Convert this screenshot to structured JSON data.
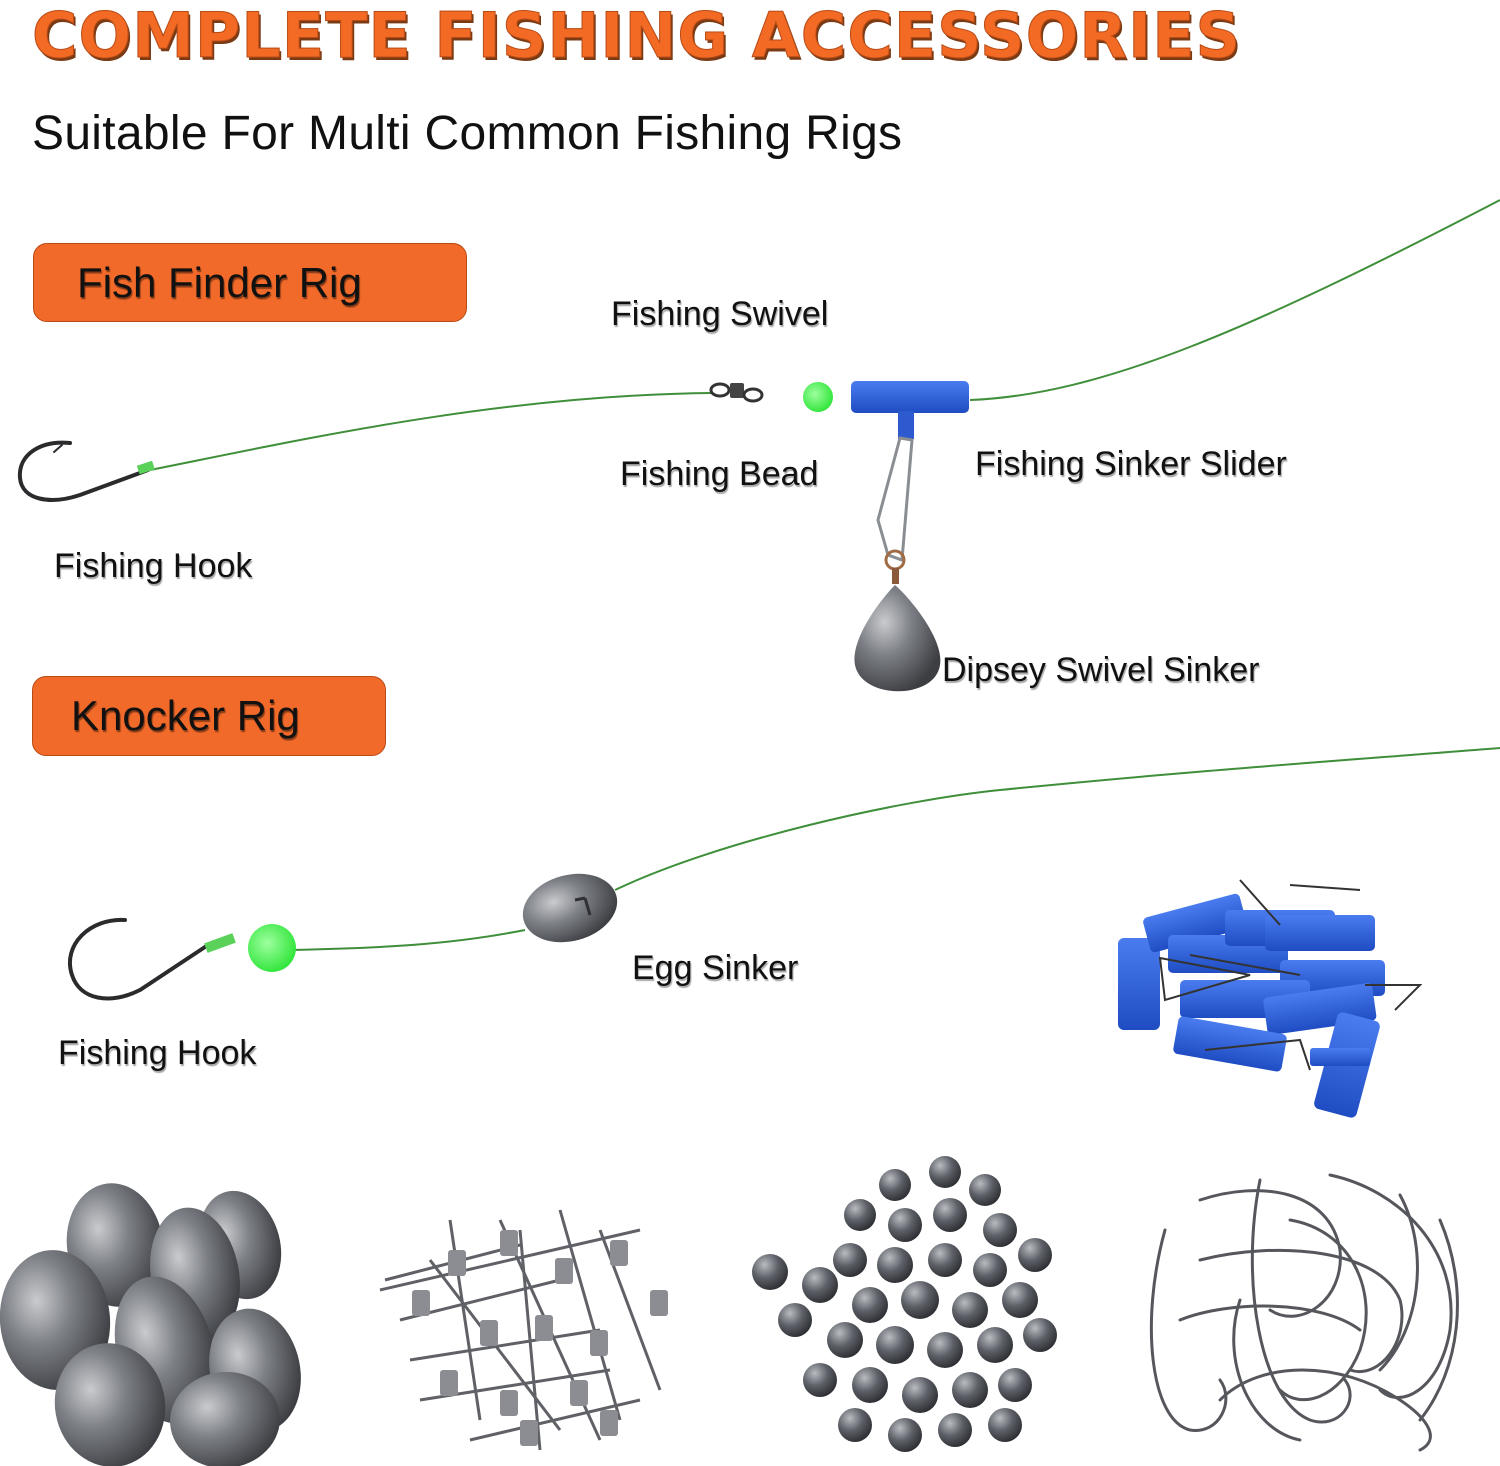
{
  "header": {
    "title": "COMPLETE FISHING ACCESSORIES",
    "subtitle": "Suitable For Multi Common Fishing Rigs"
  },
  "rigs": [
    {
      "name": "Fish Finder Rig",
      "labels": {
        "swivel": "Fishing Swivel",
        "bead": "Fishing Bead",
        "slider": "Fishing Sinker Slider",
        "hook": "Fishing Hook",
        "sinker": "Dipsey Swivel Sinker"
      }
    },
    {
      "name": "Knocker Rig",
      "labels": {
        "sinker": "Egg Sinker",
        "hook": "Fishing Hook"
      }
    }
  ],
  "products": [
    {
      "name": "egg-sinkers",
      "icon": "egg-sinker-pile-icon"
    },
    {
      "name": "rolling-swivels",
      "icon": "swivel-pile-icon"
    },
    {
      "name": "split-shot-sinkers",
      "icon": "split-shot-pile-icon"
    },
    {
      "name": "fishing-hooks",
      "icon": "hook-pile-icon"
    },
    {
      "name": "sinker-sliders",
      "icon": "sinker-slider-pile-icon"
    }
  ],
  "colors": {
    "accent_orange": "#f26a2a",
    "line_green": "#3f8f3a",
    "bead_green": "#4dfa5a",
    "slider_blue": "#2f62d8",
    "lead_gray": "#6b6e73"
  }
}
